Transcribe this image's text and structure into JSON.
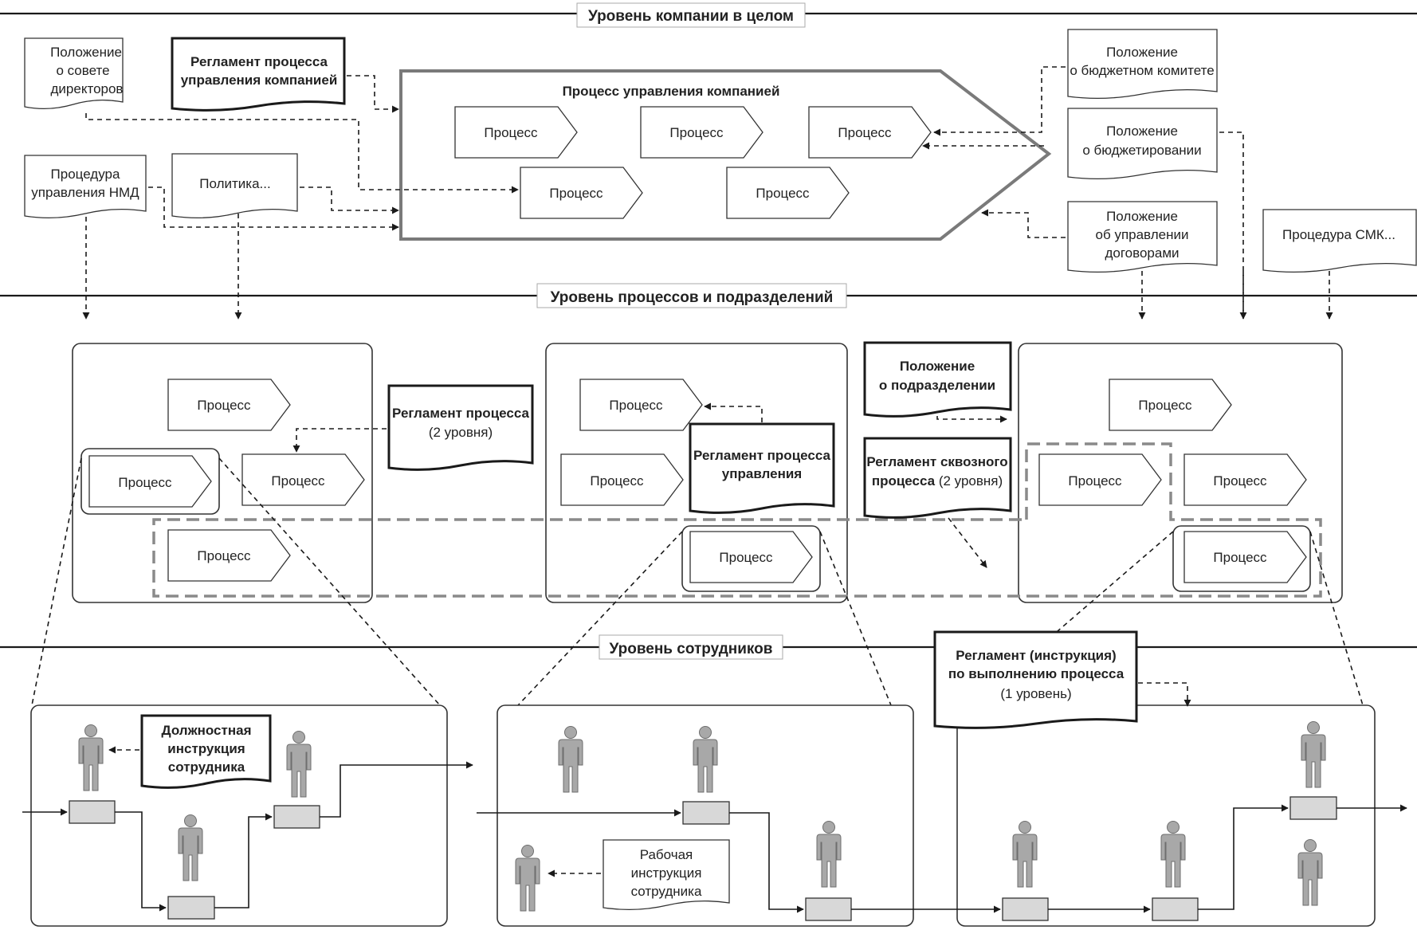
{
  "levels": {
    "company": "Уровень компании в целом",
    "processes": "Уровень процессов и подразделений",
    "employees": "Уровень сотрудников"
  },
  "company_level": {
    "main_process_title": "Процесс управления компанией",
    "process_label": "Процесс",
    "docs": {
      "board": [
        "Положение",
        "о совете",
        "директоров"
      ],
      "reg_company": [
        "Регламент процесса",
        "управления компанией"
      ],
      "nmd": [
        "Процедура",
        "управления НМД"
      ],
      "policy": [
        "Политика..."
      ],
      "budget_committee": [
        "Положение",
        "о бюджетном комитете"
      ],
      "budgeting": [
        "Положение",
        "о бюджетировании"
      ],
      "contracts": [
        "Положение",
        "об управлении",
        "договорами"
      ],
      "qms": [
        "Процедура СМК..."
      ]
    }
  },
  "process_level": {
    "process_label": "Процесс",
    "docs": {
      "reg2": {
        "bold": "Регламент процесса",
        "normal": "(2 уровня)"
      },
      "reg_mgmt": [
        "Регламент процесса",
        "управления"
      ],
      "unit": [
        "Положение",
        "о подразделении"
      ],
      "cross": {
        "line1": "Регламент сквозного",
        "line2_bold": "процесса",
        "line2_normal": " (2 уровня)"
      }
    }
  },
  "employee_level": {
    "docs": {
      "job": [
        "Должностная",
        "инструкция",
        "сотрудника"
      ],
      "work": [
        "Рабочая",
        "инструкция",
        "сотрудника"
      ],
      "reg_exec": {
        "bold1": "Регламент (инструкция)",
        "bold2": "по выполнению процесса",
        "normal": "(1 уровень)"
      }
    }
  },
  "colors": {
    "ink": "#1a1a1a",
    "group_dash": "#8a8a8a",
    "task_fill": "#d8d8d8",
    "person_fill": "#a8a8a8"
  }
}
